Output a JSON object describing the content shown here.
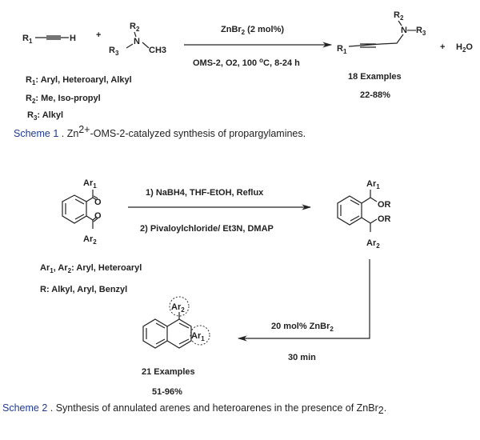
{
  "scheme1": {
    "alkyne": {
      "r": "R",
      "r_sub": "1",
      "h": "H"
    },
    "plus1": "+",
    "amine": {
      "r2": "R",
      "r2_sub": "2",
      "n": "N",
      "r3": "R",
      "r3_sub": "3",
      "ch3": "CH3"
    },
    "reagent_top": {
      "pre": "ZnBr",
      "sub": "2",
      "post": " (2 mol%)"
    },
    "reagent_bottom": {
      "pre": "OMS-2, O2, 100 ",
      "sup": "o",
      "post": "C, 8-24 h"
    },
    "product": {
      "r2": "R",
      "r2_sub": "2",
      "n_r3": "N—R",
      "r3_sub": "3",
      "r1": "R",
      "r1_sub": "1"
    },
    "plus2": "+",
    "water": {
      "pre": "H",
      "sub": "2",
      "post": "O"
    },
    "definitions": [
      {
        "r": "R",
        "sub": "1",
        "text": ": Aryl, Heteroaryl, Alkyl"
      },
      {
        "r": "R",
        "sub": "2",
        "text": ": Me, Iso-propyl"
      },
      {
        "r": "R",
        "sub": "3",
        "text": ": Alkyl"
      }
    ],
    "examples": "18 Examples",
    "yield": "22-88%",
    "caption": {
      "label": "Scheme 1",
      "sep": " . ",
      "pre": "Zn",
      "sup": "2+",
      "post": "-OMS-2-catalyzed synthesis of propargylamines."
    }
  },
  "scheme2": {
    "diketone": {
      "ar1": "Ar",
      "ar1_sub": "1",
      "o1": "O",
      "o2": "O",
      "ar2": "Ar",
      "ar2_sub": "2"
    },
    "step1": "1)   NaBH4, THF-EtOH, Reflux",
    "step2": "2)  Pivaloylchloride/ Et3N, DMAP",
    "diester": {
      "ar1": "Ar",
      "ar1_sub": "1",
      "or1": "OR",
      "or2": "OR",
      "ar2": "Ar",
      "ar2_sub": "2"
    },
    "definitions": {
      "line1": {
        "a": "Ar",
        "a_sub": "1",
        "b": ", Ar",
        "b_sub": "2",
        "text": ": Aryl, Heteroaryl"
      },
      "line2": "R: Alkyl, Aryl, Benzyl"
    },
    "cyclization_top": {
      "pre": "20 mol% ZnBr",
      "sub": "2"
    },
    "cyclization_bottom": "30 min",
    "naphthalene": {
      "ar2": "Ar",
      "ar2_sub": "2",
      "ar1": "Ar",
      "ar1_sub": "1"
    },
    "examples": "21 Examples",
    "yield": "51-96%",
    "caption": {
      "label": "Scheme 2",
      "sep": " . ",
      "pre": "Synthesis of annulated arenes and heteroarenes in the presence of ZnBr",
      "sub": "2",
      "post": "."
    }
  }
}
